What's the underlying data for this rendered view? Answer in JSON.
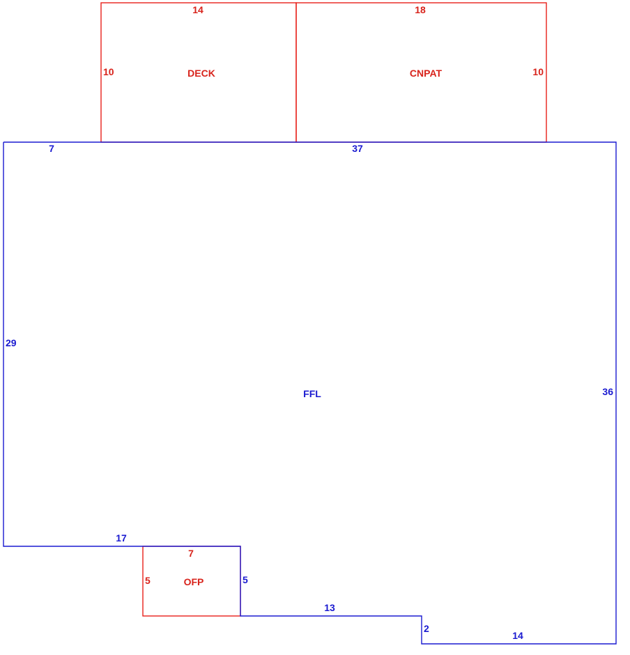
{
  "colors": {
    "red": "#e8201a",
    "blue": "#1a1ad0"
  },
  "areas": {
    "deck": {
      "label": "DECK",
      "top": "14",
      "left": "10"
    },
    "cnpat": {
      "label": "CNPAT",
      "top": "18",
      "right": "10"
    },
    "ffl": {
      "label": "FFL",
      "top_left": "7",
      "top_right": "37",
      "left": "29",
      "right": "36",
      "bottom_left": "17",
      "ofp_right": "5",
      "bottom_mid": "13",
      "step": "2",
      "bottom_right": "14"
    },
    "ofp": {
      "label": "OFP",
      "top": "7",
      "left": "5"
    }
  }
}
